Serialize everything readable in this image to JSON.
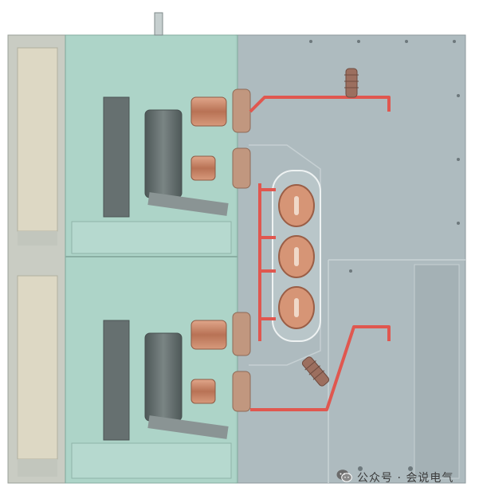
{
  "watermark": {
    "icon": "wechat-icon",
    "text": "公众号 · 会说电气"
  },
  "colors": {
    "panel_steel": "#a9b6bb",
    "glass_tint": "#a8cfc4",
    "mechanism_dark": "#5e6868",
    "copper": "#c98a6a",
    "busbar": "#e05454",
    "insulator": "#9a6e5e"
  },
  "diagram": {
    "units": [
      {
        "id": "upper"
      },
      {
        "id": "lower"
      }
    ],
    "vertical_busbars": 3
  }
}
